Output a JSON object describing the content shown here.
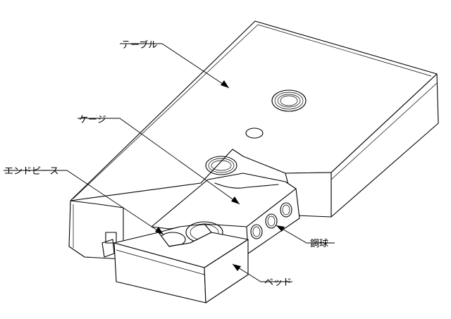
{
  "diagram": {
    "labels": {
      "table": "テーブル",
      "cage": "ケージ",
      "end_piece": "エンドピース",
      "steel_ball": "鋼球",
      "bed": "ベッド"
    }
  }
}
